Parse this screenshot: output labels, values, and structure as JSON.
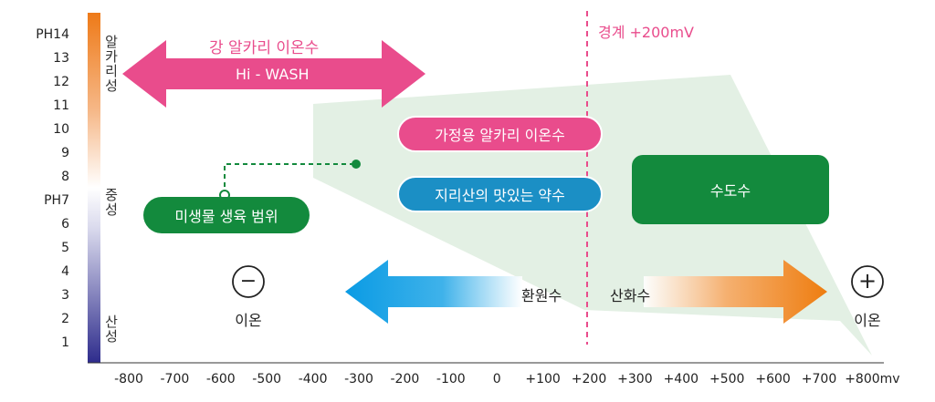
{
  "y_axis": {
    "ticks": [
      "PH14",
      "13",
      "12",
      "11",
      "10",
      "9",
      "8",
      "PH7",
      "6",
      "5",
      "4",
      "3",
      "2",
      "1"
    ],
    "bar_labels": {
      "alkaline": "알카리성",
      "neutral": "중성",
      "acidic": "산성"
    }
  },
  "x_axis": {
    "ticks": [
      "-800",
      "-700",
      "-600",
      "-500",
      "-400",
      "-300",
      "-200",
      "-100",
      "0",
      "+100",
      "+200",
      "+300",
      "+400",
      "+500",
      "+600",
      "+700",
      "+800mv"
    ]
  },
  "boundary": {
    "label": "경계 +200mV"
  },
  "strong_alkali": {
    "title": "강 알카리 이온수",
    "arrow_label": "Hi - WASH"
  },
  "boxes": {
    "household": "가정용 알카리 이온수",
    "jiri": "지리산의 맛있는 약수",
    "tap": "수도수",
    "micro": "미생물 생육 범위"
  },
  "ions": {
    "minus_symbol": "−",
    "minus_label": "이온",
    "plus_symbol": "+",
    "plus_label": "이온"
  },
  "bottom_arrows": {
    "reduction": "환원수",
    "oxidation": "산화수"
  },
  "colors": {
    "pink": "#e94c8c",
    "blue": "#1b8fc5",
    "green": "#138a3d",
    "region": "#e3f0e4",
    "orange": "#ee7d10",
    "cyan": "#0a9be4"
  }
}
